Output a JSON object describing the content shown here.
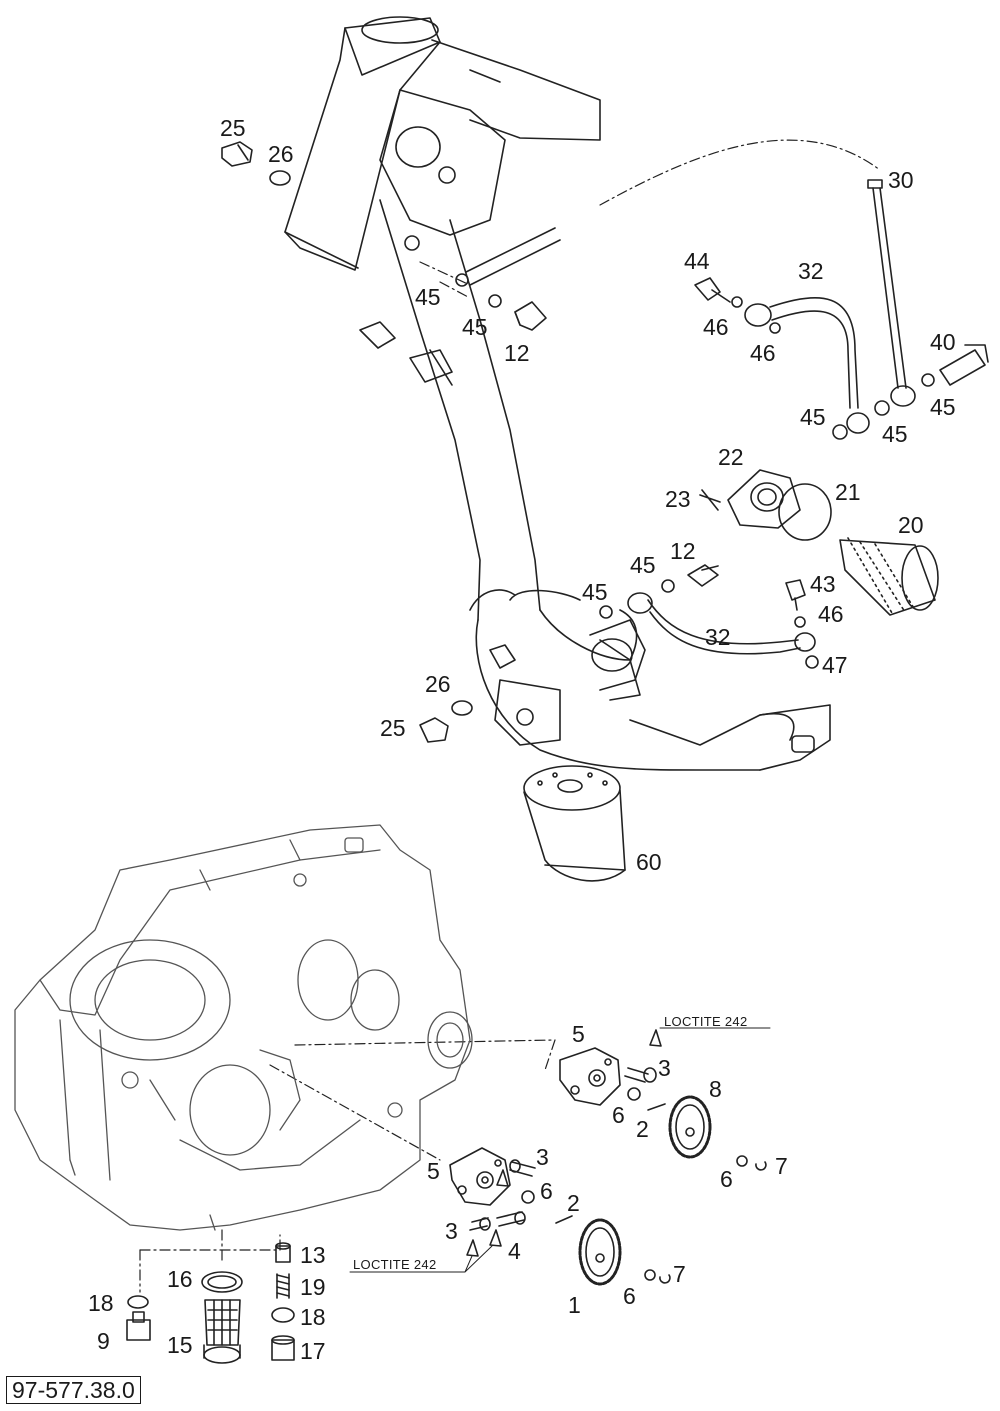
{
  "document_number": "97-577.38.0",
  "notes": [
    "LOCTITE 242",
    "LOCTITE 242"
  ],
  "callouts": [
    "25",
    "26",
    "45",
    "45",
    "12",
    "30",
    "44",
    "32",
    "46",
    "46",
    "40",
    "45",
    "45",
    "45",
    "22",
    "23",
    "21",
    "20",
    "45",
    "12",
    "45",
    "43",
    "46",
    "32",
    "47",
    "26",
    "25",
    "60",
    "5",
    "3",
    "8",
    "6",
    "2",
    "6",
    "7",
    "5",
    "3",
    "6",
    "2",
    "3",
    "4",
    "7",
    "6",
    "1",
    "13",
    "16",
    "19",
    "18",
    "18",
    "9",
    "15",
    "17"
  ]
}
